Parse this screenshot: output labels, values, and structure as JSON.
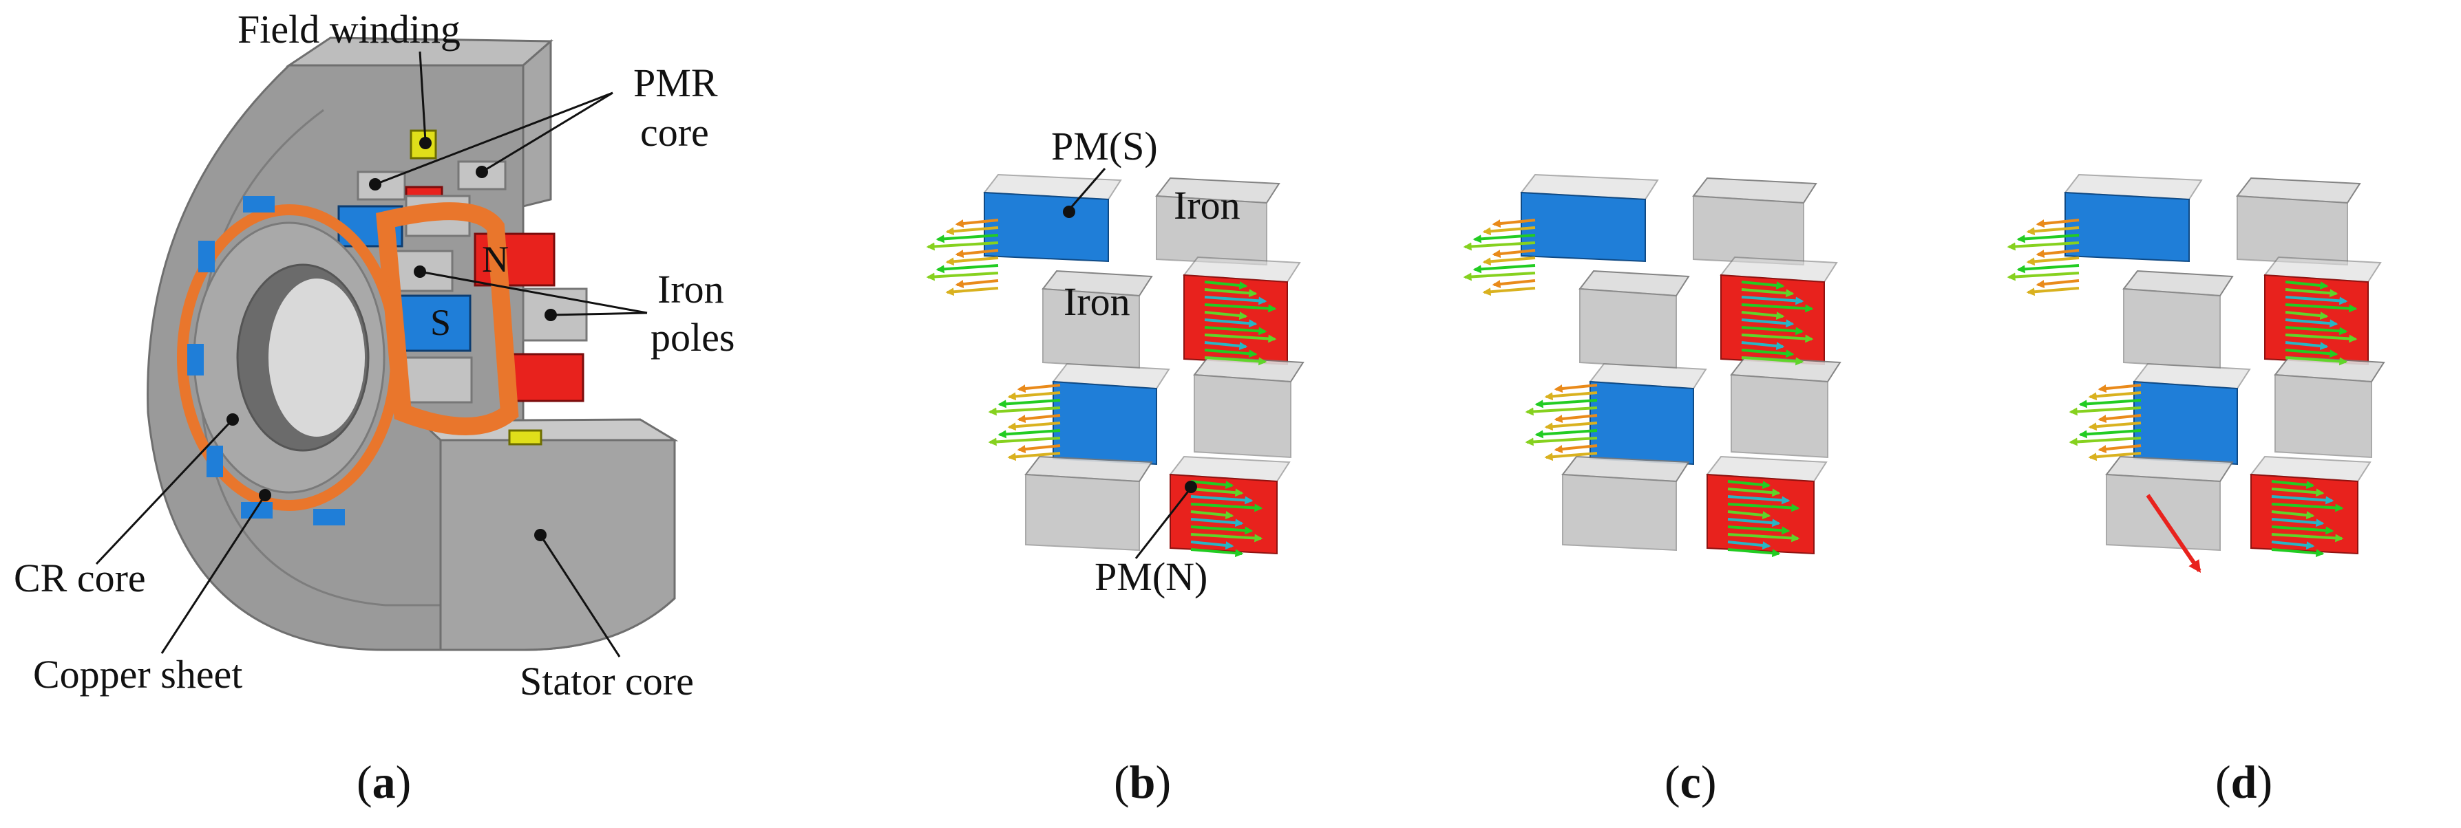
{
  "colors": {
    "pm_s": "#1f7ed8",
    "pm_n": "#e8221d",
    "iron": "#b8b8b8",
    "rotor_copper": "#e9762c",
    "field_winding": "#e0df1a",
    "arrow_green": "#22cc22",
    "arrow_orange": "#e98a1a",
    "arrow_cyan": "#27b6c4"
  },
  "panel_a": {
    "labels": {
      "field_winding": "Field winding",
      "pmr_core_1": "PMR",
      "pmr_core_2": "core",
      "iron_poles_1": "Iron",
      "iron_poles_2": "poles",
      "pole_n": "N",
      "pole_s": "S",
      "cr_core": "CR core",
      "copper_sheet": "Copper sheet",
      "stator_core": "Stator core"
    }
  },
  "panel_b": {
    "labels": {
      "pm_s": "PM(S)",
      "iron_top": "Iron",
      "iron_left": "Iron",
      "pm_n": "PM(N)"
    }
  },
  "captions": {
    "a": {
      "open": "(",
      "letter": "a",
      "close": ")"
    },
    "b": {
      "open": "(",
      "letter": "b",
      "close": ")"
    },
    "c": {
      "open": "(",
      "letter": "c",
      "close": ")"
    },
    "d": {
      "open": "(",
      "letter": "d",
      "close": ")"
    }
  }
}
